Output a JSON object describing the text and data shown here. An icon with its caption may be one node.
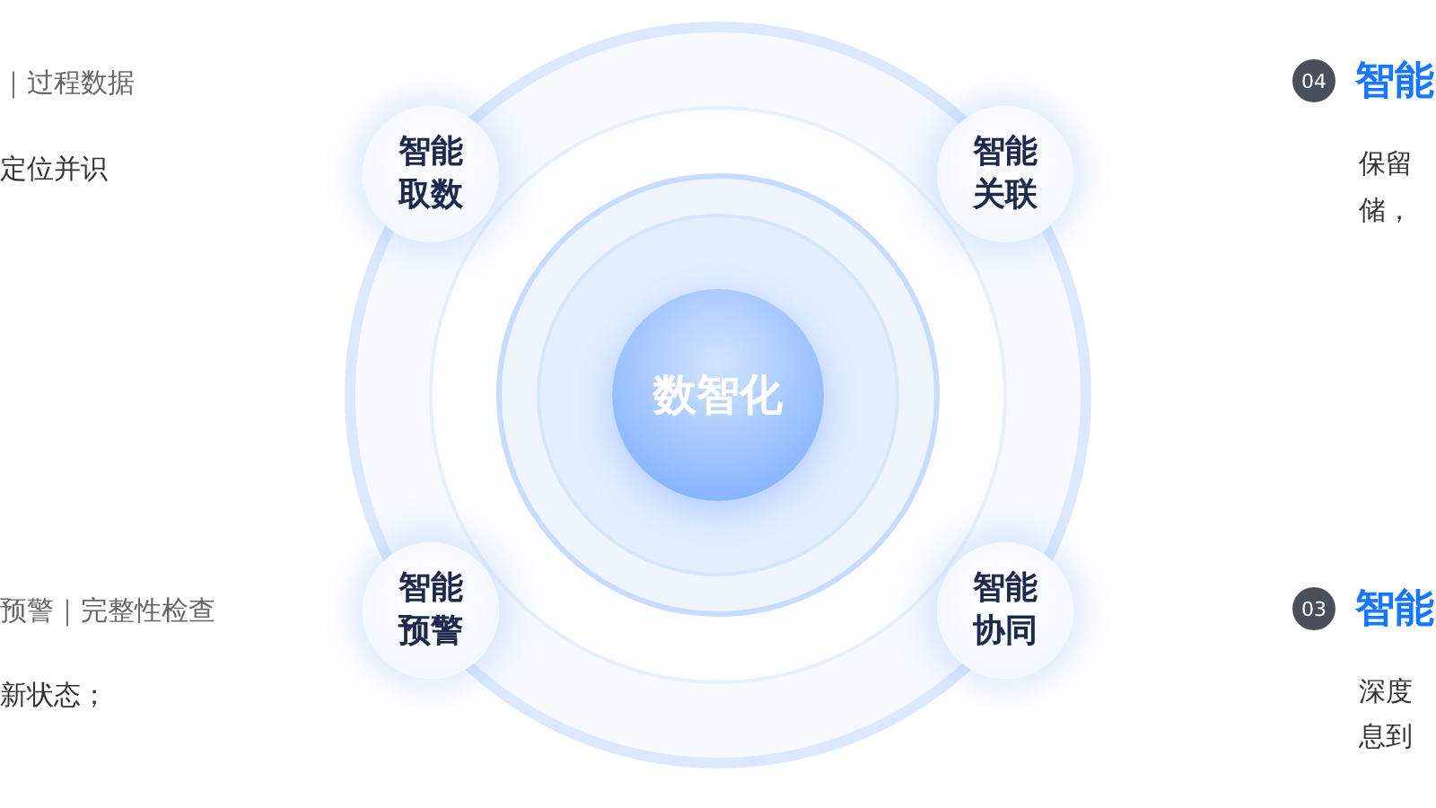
{
  "diagram": {
    "nodes": [
      {
        "text": [
          "数智化"
        ]
      },
      {
        "text": [
          "智能取数"
        ]
      },
      {
        "text": [
          "智能关联"
        ]
      },
      {
        "text": [
          "智能预警"
        ]
      },
      {
        "text": [
          "智能协同"
        ]
      },
      {
        "text": [
          "04"
        ]
      },
      {
        "text": [
          "03"
        ]
      }
    ],
    "labels": [
      "｜过程数据",
      "定位并识",
      "预警｜完整性检查",
      "新状态；",
      "智能",
      "保留",
      "储，",
      "智能",
      "深度",
      "息到"
    ]
  }
}
